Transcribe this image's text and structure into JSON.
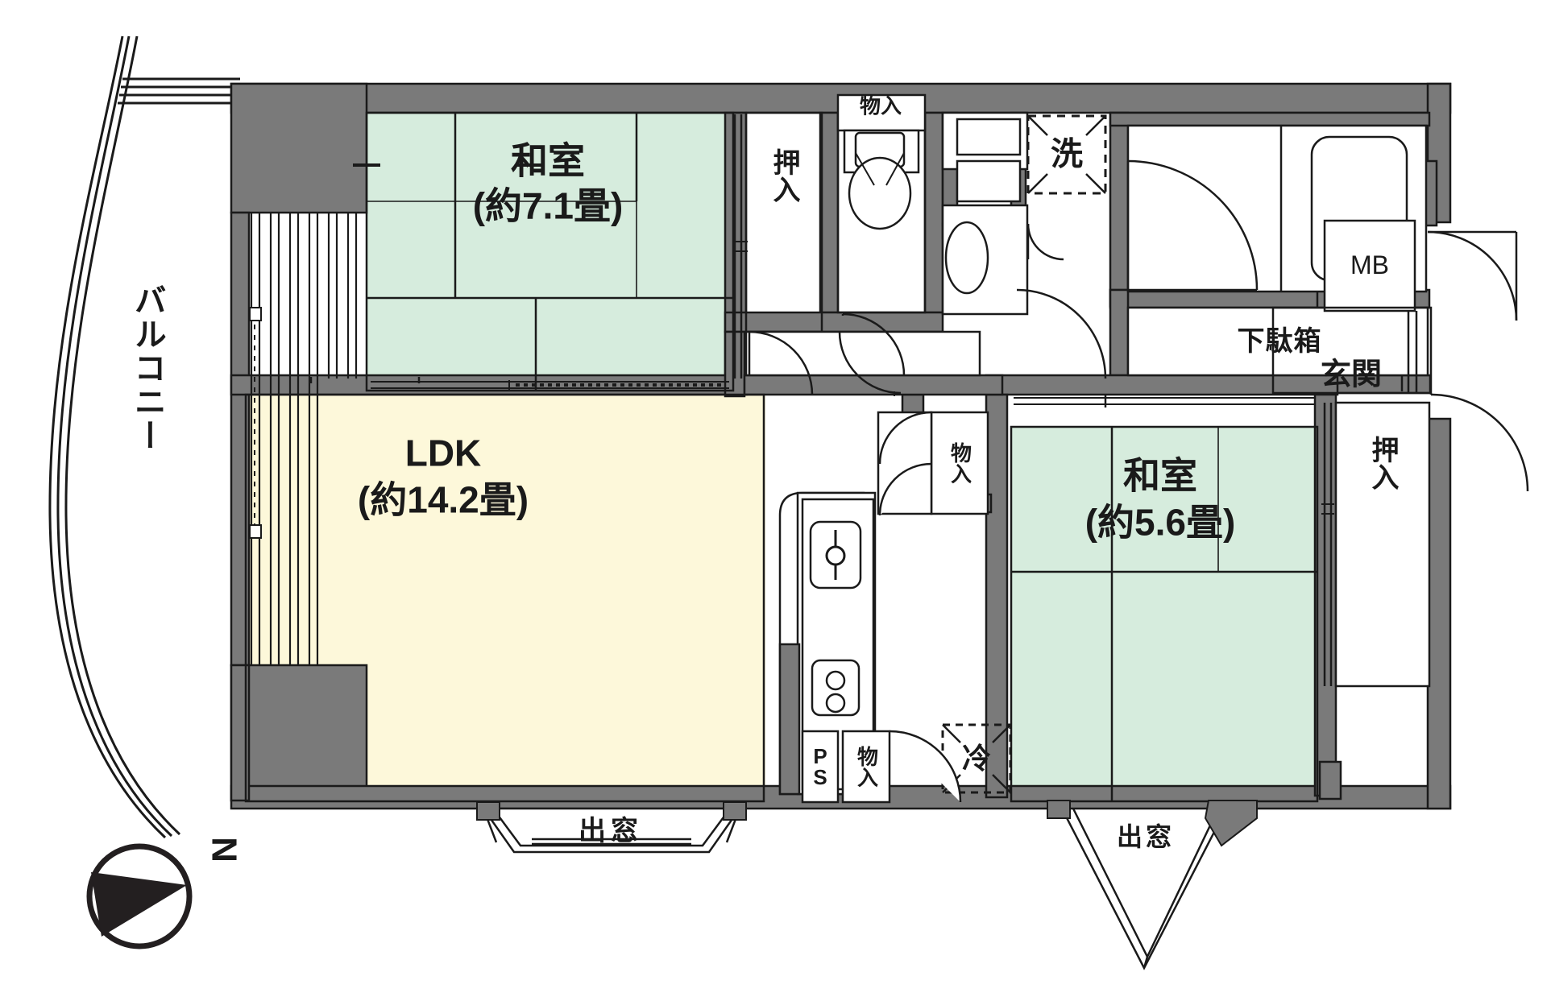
{
  "plan": {
    "type": "apartment-floor-plan",
    "layout_code": "2LDK",
    "colors": {
      "wall_fill": "#7a7a7a",
      "wall_stroke": "#1a1a1a",
      "tatami_fill": "#d6ecdd",
      "ldk_fill": "#fdf8da",
      "room_white": "#ffffff",
      "line": "#1a1a1a",
      "compass_fill": "#231f20"
    },
    "rooms": [
      {
        "id": "washitsu_7_1",
        "name_line1": "和室",
        "name_line2": "(約7.1畳)",
        "floor": "tatami"
      },
      {
        "id": "ldk",
        "name_line1": "LDK",
        "name_line2": "(約14.2畳)",
        "floor": "ldk"
      },
      {
        "id": "washitsu_5_6",
        "name_line1": "和室",
        "name_line2": "(約5.6畳)",
        "floor": "tatami"
      }
    ],
    "labels": {
      "balcony": "バルコニー",
      "closet_top": "押入",
      "closet_right": "押入",
      "storage_toilet": "物入",
      "storage_hall": "物入",
      "storage_kitchen": "物入",
      "washer": "洗",
      "fridge": "冷",
      "pipe_shaft": "PS",
      "shoe_box": "下駄箱",
      "meter_box": "MB",
      "entrance": "玄関",
      "bay_window_left": "出窓",
      "bay_window_right": "出窓",
      "compass_north": "N"
    }
  }
}
